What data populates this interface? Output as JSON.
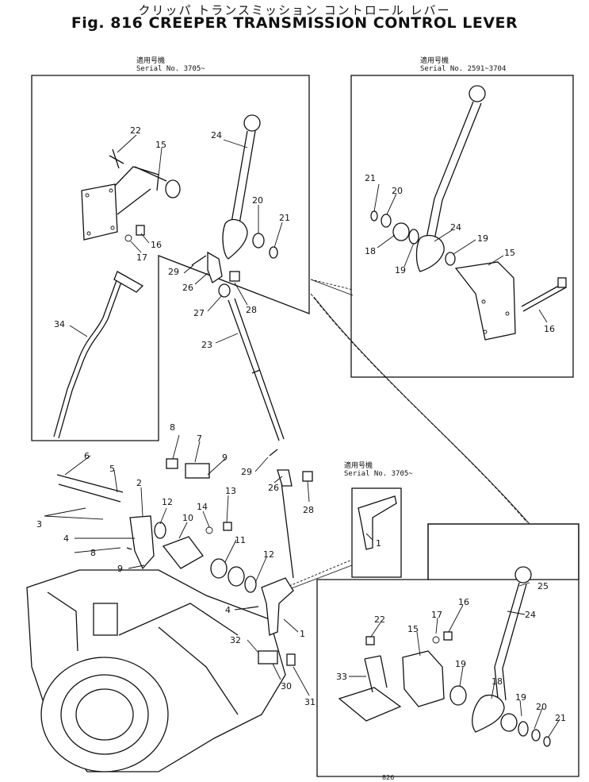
{
  "header": {
    "title_jp": "クリッパ トランスミッション コントロール レバー",
    "title_en": "Fig. 816 CREEPER TRANSMISSION CONTROL LEVER"
  },
  "insets": {
    "upper_left": {
      "applic": "適用号機",
      "serial": "Serial No. 3705~"
    },
    "upper_right": {
      "applic": "適用号機",
      "serial": "Serial No. 2591~3704"
    },
    "middle": {
      "applic": "適用号機",
      "serial": "Serial No. 3705~"
    }
  },
  "callouts": [
    "1",
    "2",
    "3",
    "4",
    "5",
    "6",
    "7",
    "8",
    "9",
    "10",
    "11",
    "12",
    "13",
    "14",
    "15",
    "16",
    "17",
    "18",
    "19",
    "20",
    "21",
    "22",
    "23",
    "24",
    "25",
    "26",
    "27",
    "28",
    "29",
    "30",
    "31",
    "32",
    "33",
    "34"
  ],
  "footer": {
    "page_mark": "826"
  }
}
